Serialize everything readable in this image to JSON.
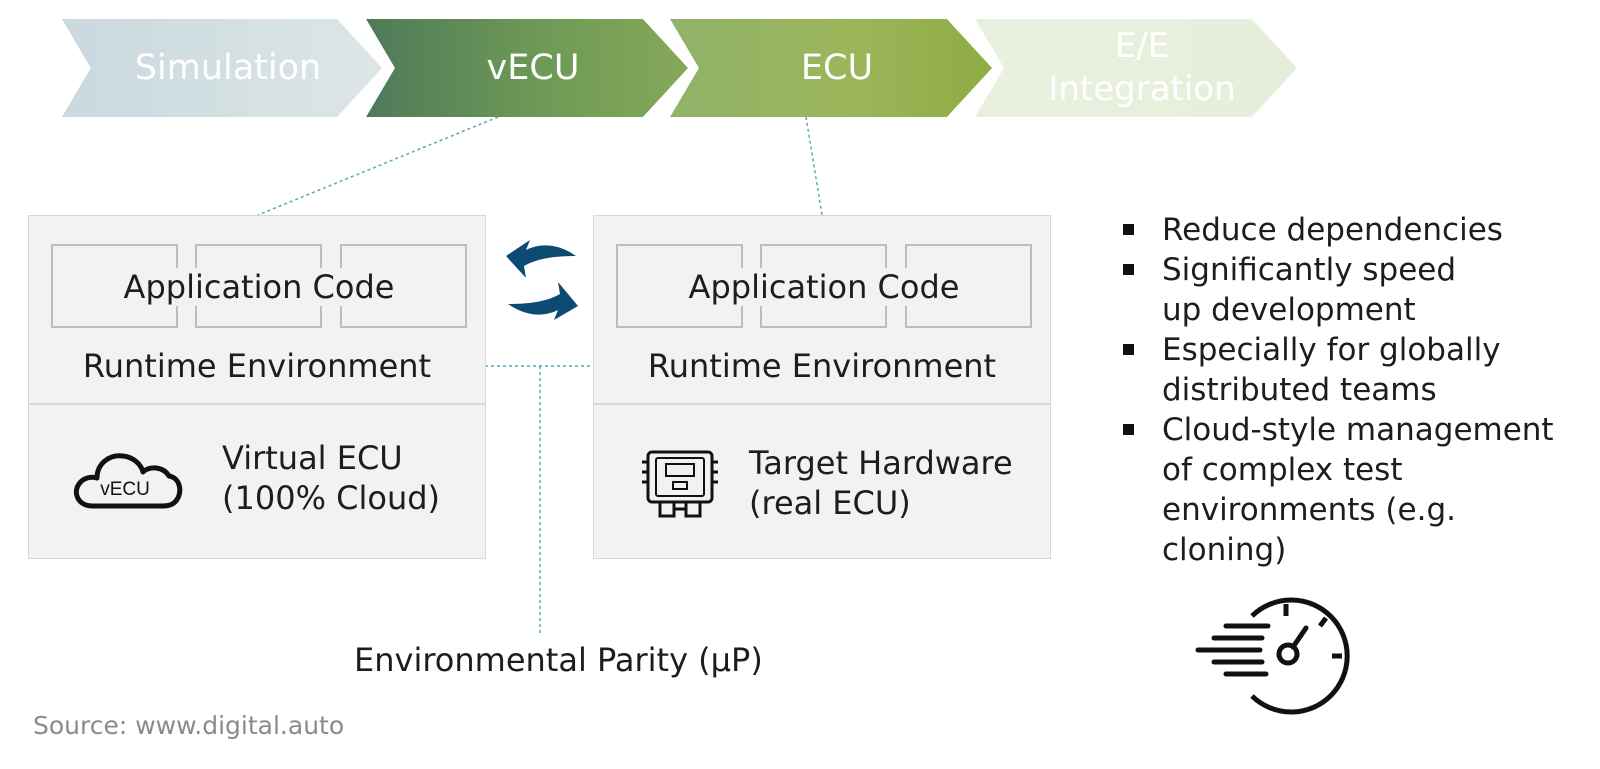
{
  "stages": [
    {
      "label": "Simulation"
    },
    {
      "label": "vECU"
    },
    {
      "label": "ECU"
    },
    {
      "label": "E/E\nIntegration"
    }
  ],
  "left_box": {
    "application": "Application Code",
    "runtime": "Runtime Environment",
    "hardware_line1": "Virtual ECU",
    "hardware_line2": "(100% Cloud)",
    "icon_text": "vECU",
    "icon": "cloud-icon"
  },
  "right_box": {
    "application": "Application Code",
    "runtime": "Runtime Environment",
    "hardware_line1": "Target Hardware",
    "hardware_line2": "(real ECU)",
    "icon": "ecu-chip-icon"
  },
  "exchange_icon": "swap-arrows-icon",
  "parity_label": "Environmental Parity (µP)",
  "benefits": [
    {
      "line1": "Reduce dependencies"
    },
    {
      "line1": "Significantly speed",
      "line2": "up development"
    },
    {
      "line1": "Especially for globally",
      "line2": "distributed teams"
    },
    {
      "line1": "Cloud-style management",
      "line2": "of complex test",
      "line3": "environments (e.g. cloning)"
    }
  ],
  "speed_icon": "speedometer-icon",
  "source": "Source: www.digital.auto",
  "colors": {
    "arrow_blue": "#0d4a73",
    "dotted_line": "#5aa7b7",
    "box_fill": "#f2f2f2",
    "chevron_green_dark": "#5e8a58",
    "chevron_green": "#9bb55c"
  }
}
